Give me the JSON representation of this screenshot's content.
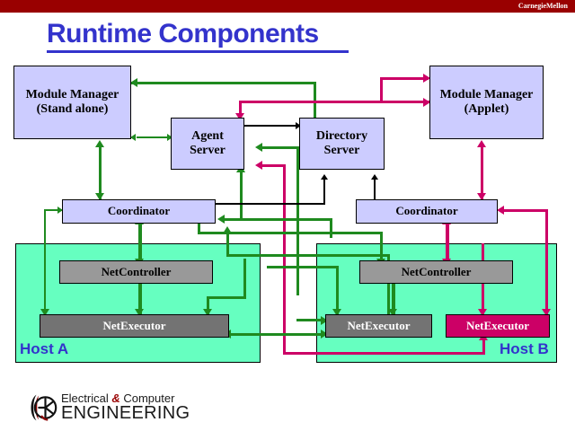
{
  "brand": {
    "text": "CarnegieMellon",
    "band_color": "#990000"
  },
  "slide": {
    "title": "Runtime Components",
    "title_color": "#3333cc"
  },
  "palette": {
    "node_lavender": "#ccccff",
    "node_gray": "#999999",
    "node_crimson": "#cc0066",
    "host_teal": "#66ffc0",
    "arrow_green": "#1f8a1f",
    "arrow_magenta": "#cc0066",
    "arrow_black": "#000000",
    "host_label": "#3333cc"
  },
  "diagram": {
    "nodes": {
      "module_manager_standalone": {
        "line1": "Module Manager",
        "line2": "(Stand alone)"
      },
      "agent_server": {
        "line1": "Agent",
        "line2": "Server"
      },
      "directory_server": {
        "line1": "Directory",
        "line2": "Server"
      },
      "module_manager_applet": {
        "line1": "Module Manager",
        "line2": "(Applet)"
      },
      "coordinator_a": {
        "label": "Coordinator"
      },
      "coordinator_b": {
        "label": "Coordinator"
      },
      "netcontroller_a": {
        "label": "NetController"
      },
      "netcontroller_b": {
        "label": "NetController"
      },
      "netexecutor_a": {
        "label": "NetExecutor"
      },
      "netexecutor_b1": {
        "label": "NetExecutor"
      },
      "netexecutor_b2": {
        "label": "NetExecutor"
      }
    },
    "hosts": {
      "host_a": {
        "label": "Host A"
      },
      "host_b": {
        "label": "Host B"
      }
    }
  },
  "footer": {
    "logo_line1_pre": "Electrical ",
    "logo_line1_amp": "&",
    "logo_line1_post": " Computer",
    "logo_line2": "ENGINEERING"
  }
}
